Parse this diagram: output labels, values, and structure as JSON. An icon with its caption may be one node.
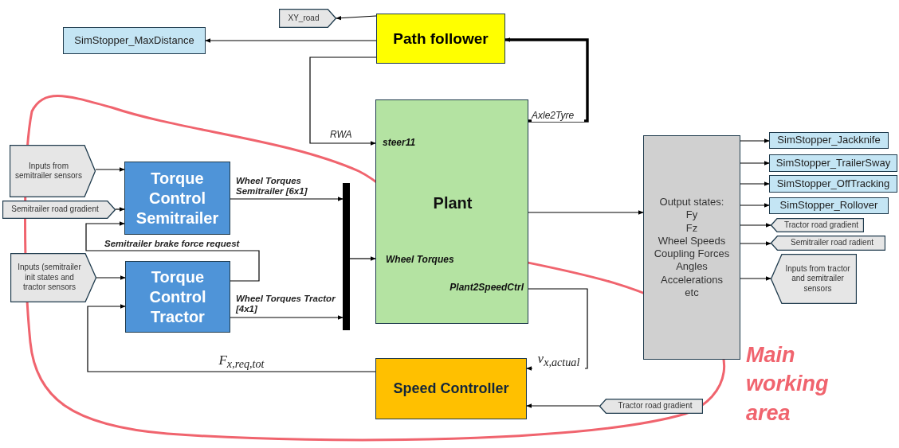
{
  "diagram": {
    "nodes": [
      {
        "text": [
          "Path follower"
        ]
      },
      {
        "text": [
          "XY_road"
        ]
      },
      {
        "text": [
          "SimStopper_MaxDistance"
        ]
      },
      {
        "text": [
          "Plant",
          "steer11",
          "Wheel Torques",
          "Plant2SpeedCtrl"
        ]
      },
      {
        "text": [
          "Inputs from semitrailer sensors"
        ]
      },
      {
        "text": [
          "Semitrailer road gradient"
        ]
      },
      {
        "text": [
          "Torque Control Semitrailer"
        ]
      },
      {
        "text": [
          "Inputs (semitrailer init states and tractor sensors"
        ]
      },
      {
        "text": [
          "Torque Control Tractor"
        ]
      },
      {
        "text": [],
        "shape": "bar"
      },
      {
        "text": [
          "Output states:",
          "Fy",
          "Fz",
          "Wheel Speeds",
          "Coupling Forces",
          "Angles",
          "Accelerations",
          "etc"
        ]
      },
      {
        "text": [
          "SimStopper_Jackknife"
        ]
      },
      {
        "text": [
          "SimStopper_TrailerSway"
        ]
      },
      {
        "text": [
          "SimStopper_OffTracking"
        ]
      },
      {
        "text": [
          "SimStopper_Rollover"
        ]
      },
      {
        "text": [
          "Tractor road gradient"
        ]
      },
      {
        "text": [
          "Semitrailer  road radient"
        ]
      },
      {
        "text": [
          "Inputs from tractor and semitrailer sensors"
        ]
      },
      {
        "text": [
          "Speed Controller"
        ]
      },
      {
        "text": [
          "Tractor road gradient"
        ]
      }
    ],
    "edges": [
      {
        "from": 0,
        "to": 1,
        "arrow": "to"
      },
      {
        "from": 0,
        "to": 2,
        "arrow": "to"
      },
      {
        "from": 0,
        "to": 3,
        "arrow": "to",
        "label": "RWA"
      },
      {
        "from": 3,
        "to": 0,
        "arrow": "to",
        "label": "Axle2Tyre",
        "style": "thick"
      },
      {
        "from": 4,
        "to": 6,
        "arrow": "to"
      },
      {
        "from": 5,
        "to": 6,
        "arrow": "to"
      },
      {
        "from": 8,
        "to": 6,
        "arrow": "to",
        "label": "Semitrailer brake force request"
      },
      {
        "from": 7,
        "to": 8,
        "arrow": "to"
      },
      {
        "from": 18,
        "to": 8,
        "arrow": "to",
        "label": "F$_{x,req,tot}$"
      },
      {
        "from": 6,
        "to": 9,
        "arrow": "to",
        "label": "Wheel Torques Semitrailer [6x1]"
      },
      {
        "from": 8,
        "to": 9,
        "arrow": "to",
        "label": "Wheel Torques Tractor [4x1]"
      },
      {
        "from": 9,
        "to": 3,
        "arrow": "to"
      },
      {
        "from": 3,
        "to": 10,
        "arrow": "to"
      },
      {
        "from": 3,
        "to": 18,
        "arrow": "to",
        "label": "v$_{x,actual}$"
      },
      {
        "from": 10,
        "to": 11,
        "arrow": "to"
      },
      {
        "from": 10,
        "to": 12,
        "arrow": "to"
      },
      {
        "from": 10,
        "to": 13,
        "arrow": "to"
      },
      {
        "from": 10,
        "to": 14,
        "arrow": "to"
      },
      {
        "from": 10,
        "to": 15,
        "arrow": "to"
      },
      {
        "from": 10,
        "to": 16,
        "arrow": "to"
      },
      {
        "from": 10,
        "to": 17,
        "arrow": "to"
      },
      {
        "from": 19,
        "to": 18,
        "arrow": "to"
      }
    ],
    "labels": [
      "Main working area"
    ]
  }
}
